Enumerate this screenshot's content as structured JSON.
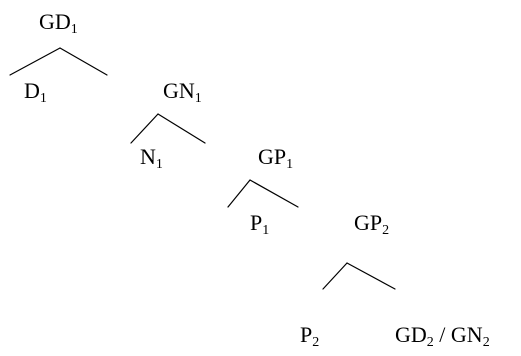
{
  "tree": {
    "nodes": {
      "gd1": {
        "base": "GD",
        "sub": "1"
      },
      "d1": {
        "base": "D",
        "sub": "1"
      },
      "gn1": {
        "base": "GN",
        "sub": "1"
      },
      "n1": {
        "base": "N",
        "sub": "1"
      },
      "gp1": {
        "base": "GP",
        "sub": "1"
      },
      "p1": {
        "base": "P",
        "sub": "1"
      },
      "gp2": {
        "base": "GP",
        "sub": "2"
      },
      "p2": {
        "base": "P",
        "sub": "2"
      },
      "gd2_gn2": {
        "base_a": "GD",
        "sub_a": "2",
        "separator": " / ",
        "base_b": "GN",
        "sub_b": "2"
      }
    }
  }
}
